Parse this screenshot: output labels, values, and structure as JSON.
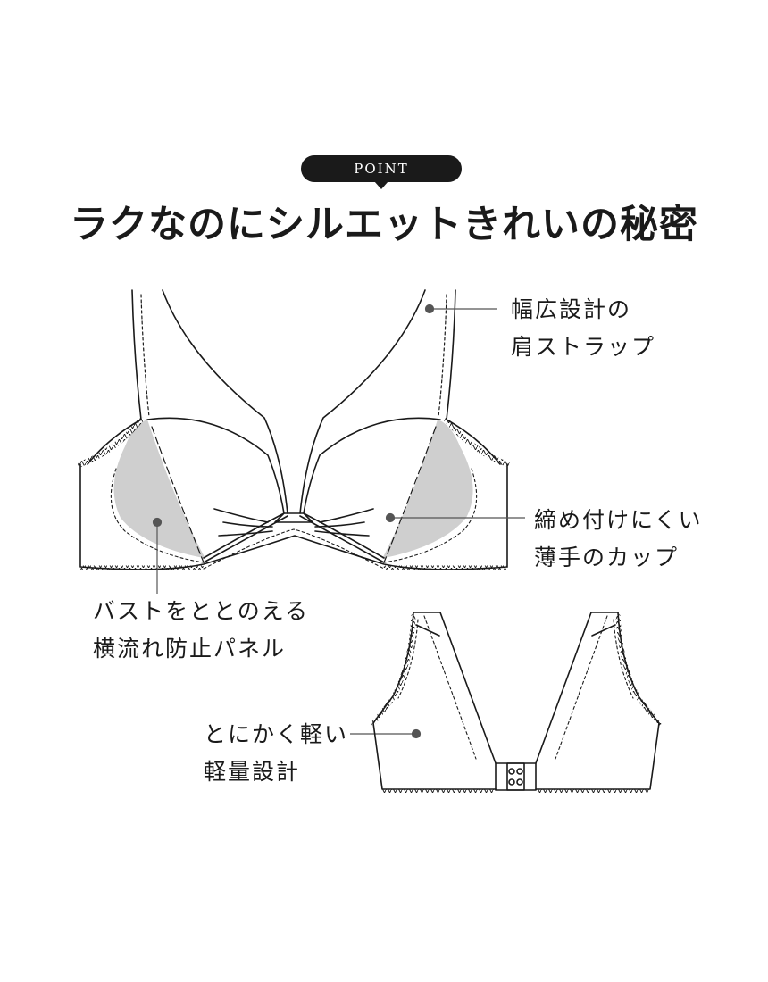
{
  "badge": {
    "label": "POINT"
  },
  "headline": "ラクなのにシルエットきれいの秘密",
  "callouts": {
    "strap": {
      "line1": "幅広設計の",
      "line2": "肩ストラップ"
    },
    "cup": {
      "line1": "締め付けにくい",
      "line2": "薄手のカップ"
    },
    "panel": {
      "line1": "バストをととのえる",
      "line2": "横流れ防止パネル"
    },
    "weight": {
      "line1": "とにかく軽い",
      "line2": "軽量設計"
    }
  },
  "colors": {
    "ink": "#1a1a1a",
    "panel_fill": "#cfcfcf",
    "background": "#ffffff"
  }
}
